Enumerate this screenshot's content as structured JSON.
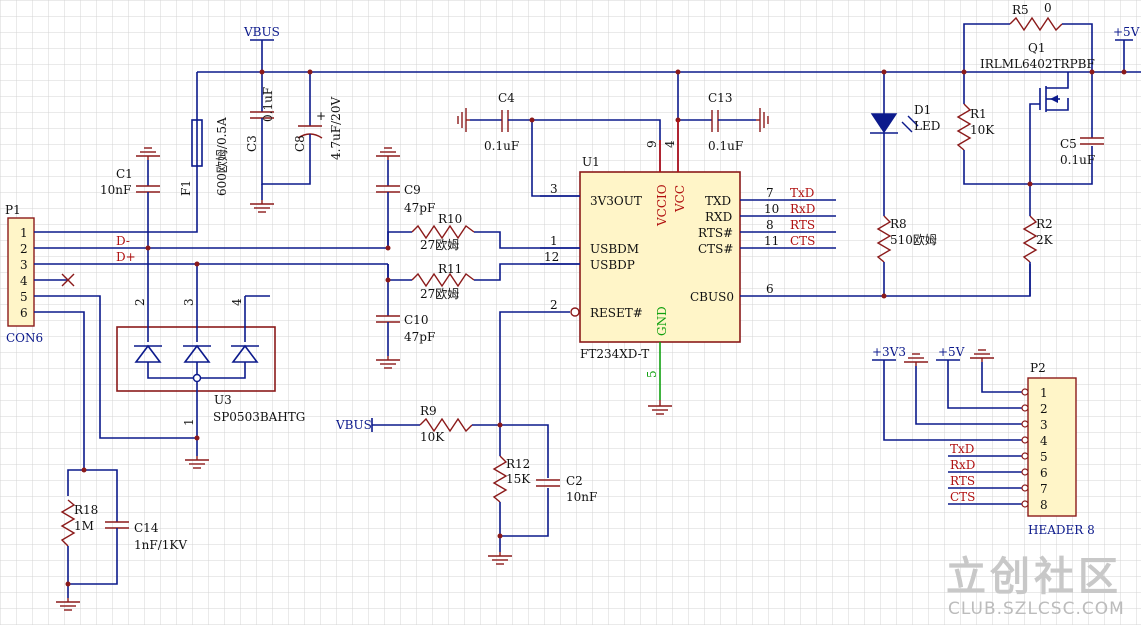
{
  "power": {
    "vbus": "VBUS",
    "p5v": "+5V",
    "p3v3": "+3V3"
  },
  "connector_p1": {
    "ref": "P1",
    "name": "CON6",
    "pins": [
      "1",
      "2",
      "3",
      "4",
      "5",
      "6"
    ],
    "net_dm": "D-",
    "net_dp": "D+"
  },
  "u1": {
    "ref": "U1",
    "part": "FT234XD-T",
    "pins_left": [
      "3V3OUT",
      "USBDM",
      "USBDP",
      "RESET#"
    ],
    "pins_right": [
      "TXD",
      "RXD",
      "RTS#",
      "CTS#",
      "CBUS0"
    ],
    "pins_top": [
      "VCCIO",
      "VCC"
    ],
    "pins_bottom": [
      "GND"
    ],
    "pin_numbers": {
      "p3v3out": "3",
      "usbdm": "1",
      "usbdp": "12",
      "reset": "2",
      "txd": "7",
      "rxd": "10",
      "rts": "8",
      "cts": "11",
      "cbus0": "6",
      "vccio": "9",
      "vcc": "4",
      "gnd": "5"
    }
  },
  "nets_right": [
    "TxD",
    "RxD",
    "RTS",
    "CTS"
  ],
  "u3": {
    "ref": "U3",
    "part": "SP0503BAHTG",
    "pins": [
      "2",
      "3",
      "4",
      "1"
    ]
  },
  "components": {
    "c1": {
      "ref": "C1",
      "value": "10nF"
    },
    "f1": {
      "ref": "F1",
      "value": "600欧姆/0.5A"
    },
    "c3": {
      "ref": "C3",
      "value": "0.1uF"
    },
    "c8": {
      "ref": "C8",
      "value": "4.7uF/20V",
      "plus": "+"
    },
    "c9": {
      "ref": "C9",
      "value": "47pF"
    },
    "c10": {
      "ref": "C10",
      "value": "47pF"
    },
    "r10": {
      "ref": "R10",
      "value": "27欧姆"
    },
    "r11": {
      "ref": "R11",
      "value": "27欧姆"
    },
    "c4": {
      "ref": "C4",
      "value": "0.1uF"
    },
    "c13": {
      "ref": "C13",
      "value": "0.1uF"
    },
    "r9": {
      "ref": "R9",
      "value": "10K"
    },
    "r12": {
      "ref": "R12",
      "value": "15K"
    },
    "c2": {
      "ref": "C2",
      "value": "10nF"
    },
    "r18": {
      "ref": "R18",
      "value": "1M"
    },
    "c14": {
      "ref": "C14",
      "value": "1nF/1KV"
    },
    "d1": {
      "ref": "D1",
      "value": "LED"
    },
    "r8": {
      "ref": "R8",
      "value": "510欧姆"
    },
    "r1": {
      "ref": "R1",
      "value": "10K"
    },
    "r2": {
      "ref": "R2",
      "value": "2K"
    },
    "r5": {
      "ref": "R5",
      "value": "0"
    },
    "q1": {
      "ref": "Q1",
      "value": "IRLML6402TRPBF"
    },
    "c5": {
      "ref": "C5",
      "value": "0.1uF"
    }
  },
  "header_p2": {
    "ref": "P2",
    "name": "HEADER 8",
    "pins": [
      "1",
      "2",
      "3",
      "4",
      "5",
      "6",
      "7",
      "8"
    ]
  },
  "watermark": {
    "title": "立创社区",
    "url": "CLUB.SZLCSC.COM"
  },
  "colors": {
    "wire": "#0c1a8c",
    "component": "#8b1a1a",
    "power_pin": "#c01010",
    "ground_pin": "#10a010",
    "grid": "#d4d4d4"
  }
}
